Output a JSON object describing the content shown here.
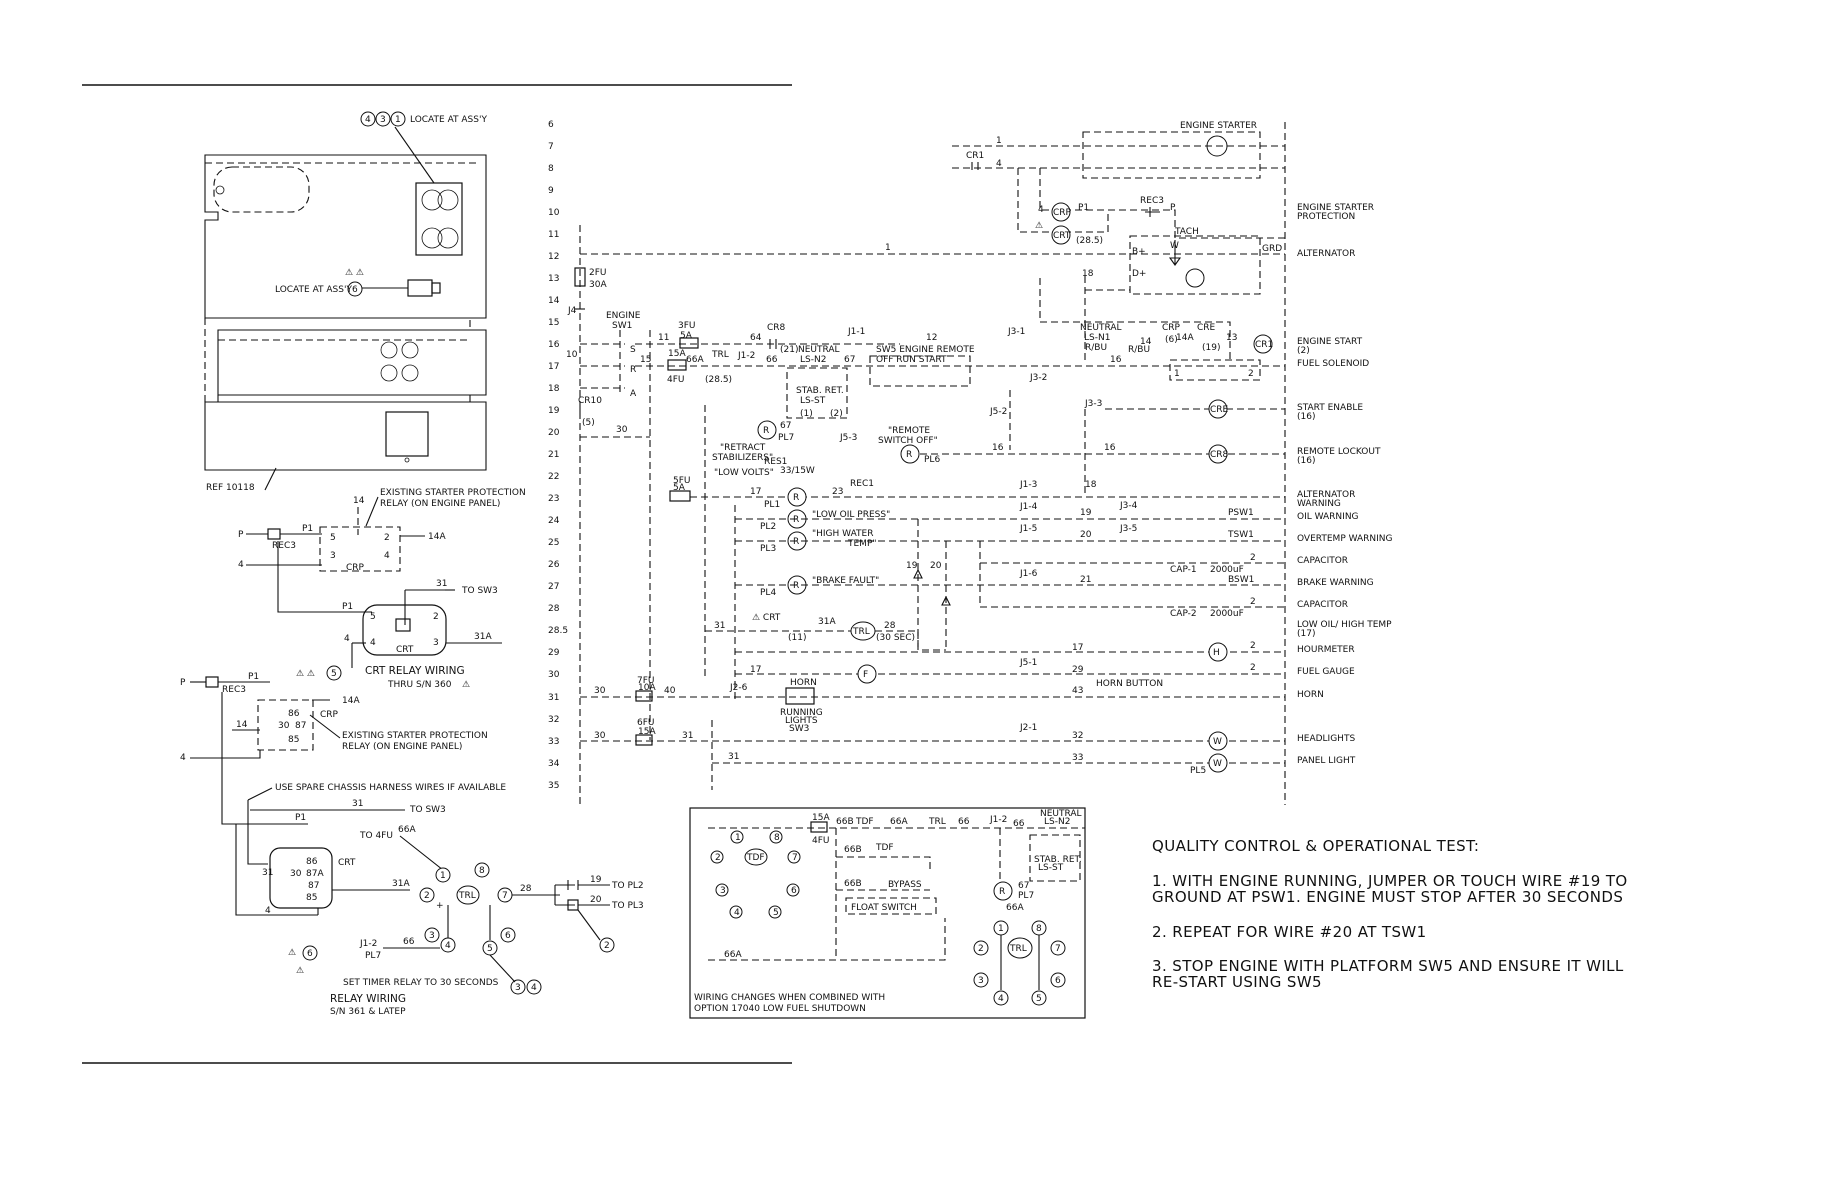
{
  "line_numbers": [
    "6",
    "7",
    "8",
    "9",
    "10",
    "11",
    "12",
    "13",
    "14",
    "15",
    "16",
    "17",
    "18",
    "19",
    "20",
    "21",
    "22",
    "23",
    "24",
    "25",
    "26",
    "27",
    "28",
    "28.5",
    "29",
    "30",
    "31",
    "32",
    "33",
    "34",
    "35"
  ],
  "right_labels": [
    {
      "id": "engine-starter-protection",
      "lines": [
        "ENGINE STARTER",
        "PROTECTION"
      ]
    },
    {
      "id": "alternator",
      "lines": [
        "ALTERNATOR"
      ]
    },
    {
      "id": "engine-start",
      "lines": [
        "ENGINE START",
        "(2)"
      ]
    },
    {
      "id": "fuel-solenoid",
      "lines": [
        "FUEL SOLENOID"
      ]
    },
    {
      "id": "start-enable",
      "lines": [
        "START ENABLE",
        "(16)"
      ]
    },
    {
      "id": "remote-lockout",
      "lines": [
        "REMOTE LOCKOUT",
        "(16)"
      ]
    },
    {
      "id": "alternator-warning",
      "lines": [
        "ALTERNATOR",
        "WARNING"
      ]
    },
    {
      "id": "oil-warning",
      "lines": [
        "OIL WARNING"
      ]
    },
    {
      "id": "overtemp-warning",
      "lines": [
        "OVERTEMP WARNING"
      ]
    },
    {
      "id": "capacitor-1",
      "lines": [
        "CAPACITOR"
      ]
    },
    {
      "id": "brake-warning",
      "lines": [
        "BRAKE WARNING"
      ]
    },
    {
      "id": "capacitor-2",
      "lines": [
        "CAPACITOR"
      ]
    },
    {
      "id": "low-oil-high-temp",
      "lines": [
        "LOW OIL/ HIGH TEMP",
        "(17)"
      ]
    },
    {
      "id": "hourmeter",
      "lines": [
        "HOURMETER"
      ]
    },
    {
      "id": "fuel-gauge",
      "lines": [
        "FUEL GAUGE"
      ]
    },
    {
      "id": "horn",
      "lines": [
        "HORN"
      ]
    },
    {
      "id": "headlights",
      "lines": [
        "HEADLIGHTS"
      ]
    },
    {
      "id": "panel-light",
      "lines": [
        "PANEL LIGHT"
      ]
    }
  ],
  "quality_test": {
    "title": "QUALITY CONTROL & OPERATIONAL TEST:",
    "step1": [
      "1. WITH ENGINE RUNNING, JUMPER OR TOUCH WIRE #19 TO",
      "GROUND AT PSW1. ENGINE MUST STOP AFTER 30 SECONDS"
    ],
    "step2": [
      "2. REPEAT FOR WIRE #20 AT TSW1"
    ],
    "step3": [
      "3. STOP ENGINE WITH PLATFORM SW5 AND ENSURE IT WILL",
      "RE-START USING SW5"
    ]
  },
  "left_panel": {
    "locate_top": "LOCATE AT ASS'Y",
    "locate_mid": "LOCATE AT ASS'Y",
    "ref": "REF 10118",
    "existing_relay_1": [
      "EXISTING STARTER PROTECTION",
      "RELAY (ON ENGINE PANEL)"
    ],
    "existing_relay_2": [
      "EXISTING STARTER PROTECTION",
      "RELAY (ON ENGINE PANEL)"
    ],
    "crt_relay_title": "CRT RELAY WIRING",
    "crt_relay_sub": "THRU S/N 360",
    "use_spare": "USE SPARE CHASSIS HARNESS WIRES IF AVAILABLE",
    "to_sw3_1": "TO SW3",
    "to_sw3_2": "TO SW3",
    "to_4fu": "TO 4FU",
    "to_pl2": "TO PL2",
    "to_pl3": "TO PL3",
    "set_timer": "SET TIMER RELAY TO 30 SECONDS",
    "relay_title": "RELAY WIRING",
    "relay_sub": "S/N 361 & LATEP"
  },
  "option_box": {
    "caption": [
      "WIRING CHANGES WHEN COMBINED WITH",
      "OPTION 17040 LOW FUEL SHUTDOWN"
    ],
    "float_switch": "FLOAT SWITCH",
    "bypass": "BYPASS",
    "tdf": "TDF"
  },
  "main": {
    "engine_starter": "ENGINE STARTER",
    "engine_sw1": [
      "ENGINE",
      "SW1"
    ],
    "retract": [
      "\"RETRACT",
      "STABILIZERS\""
    ],
    "low_volts": "\"LOW VOLTS\"",
    "low_oil": "\"LOW OIL PRESS\"",
    "high_water": [
      "\"HIGH WATER",
      "TEMP\""
    ],
    "brake_fault": "\"BRAKE FAULT\"",
    "remote_switch": [
      "\"REMOTE",
      "SWITCH OFF\""
    ],
    "horn_button": "HORN BUTTON",
    "running_lights": [
      "RUNNING",
      "LIGHTS",
      "SW3"
    ],
    "sw5": [
      "SW5  ENGINE  REMOTE",
      "OFF     RUN   START"
    ],
    "neutral": [
      "NEUTRAL",
      "LS-N2"
    ],
    "stab_ret": [
      "STAB. RET.",
      "LS-ST"
    ],
    "neutral_n1": [
      "NEUTRAL",
      "LS-N1"
    ],
    "crt_delay": "(30 SEC)"
  },
  "colors": {
    "ink": "#111111",
    "paper": "#ffffff"
  }
}
